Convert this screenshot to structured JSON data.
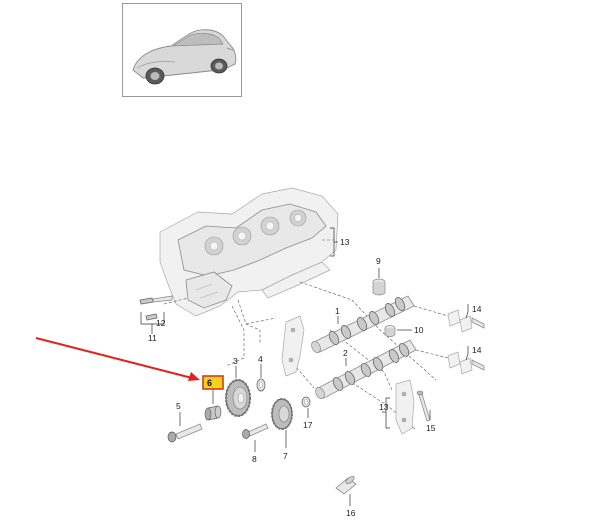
{
  "thumbnail": {
    "icon": "car-thumbnail-icon"
  },
  "callouts": {
    "c1": "1",
    "c2": "2",
    "c3": "3",
    "c4": "4",
    "c5": "5",
    "c6": "6",
    "c7": "7",
    "c8": "8",
    "c9": "9",
    "c10": "10",
    "c11": "11",
    "c12": "12",
    "c13a": "13",
    "c13b": "13",
    "c14a": "14",
    "c14b": "14",
    "c15": "15",
    "c16": "16",
    "c17": "17"
  },
  "highlight": {
    "callout": "6",
    "border_color": "#d63a1a",
    "fill_color": "#f5d21c"
  },
  "arrow": {
    "color": "#e3231b",
    "icon": "pointer-arrow-icon"
  }
}
